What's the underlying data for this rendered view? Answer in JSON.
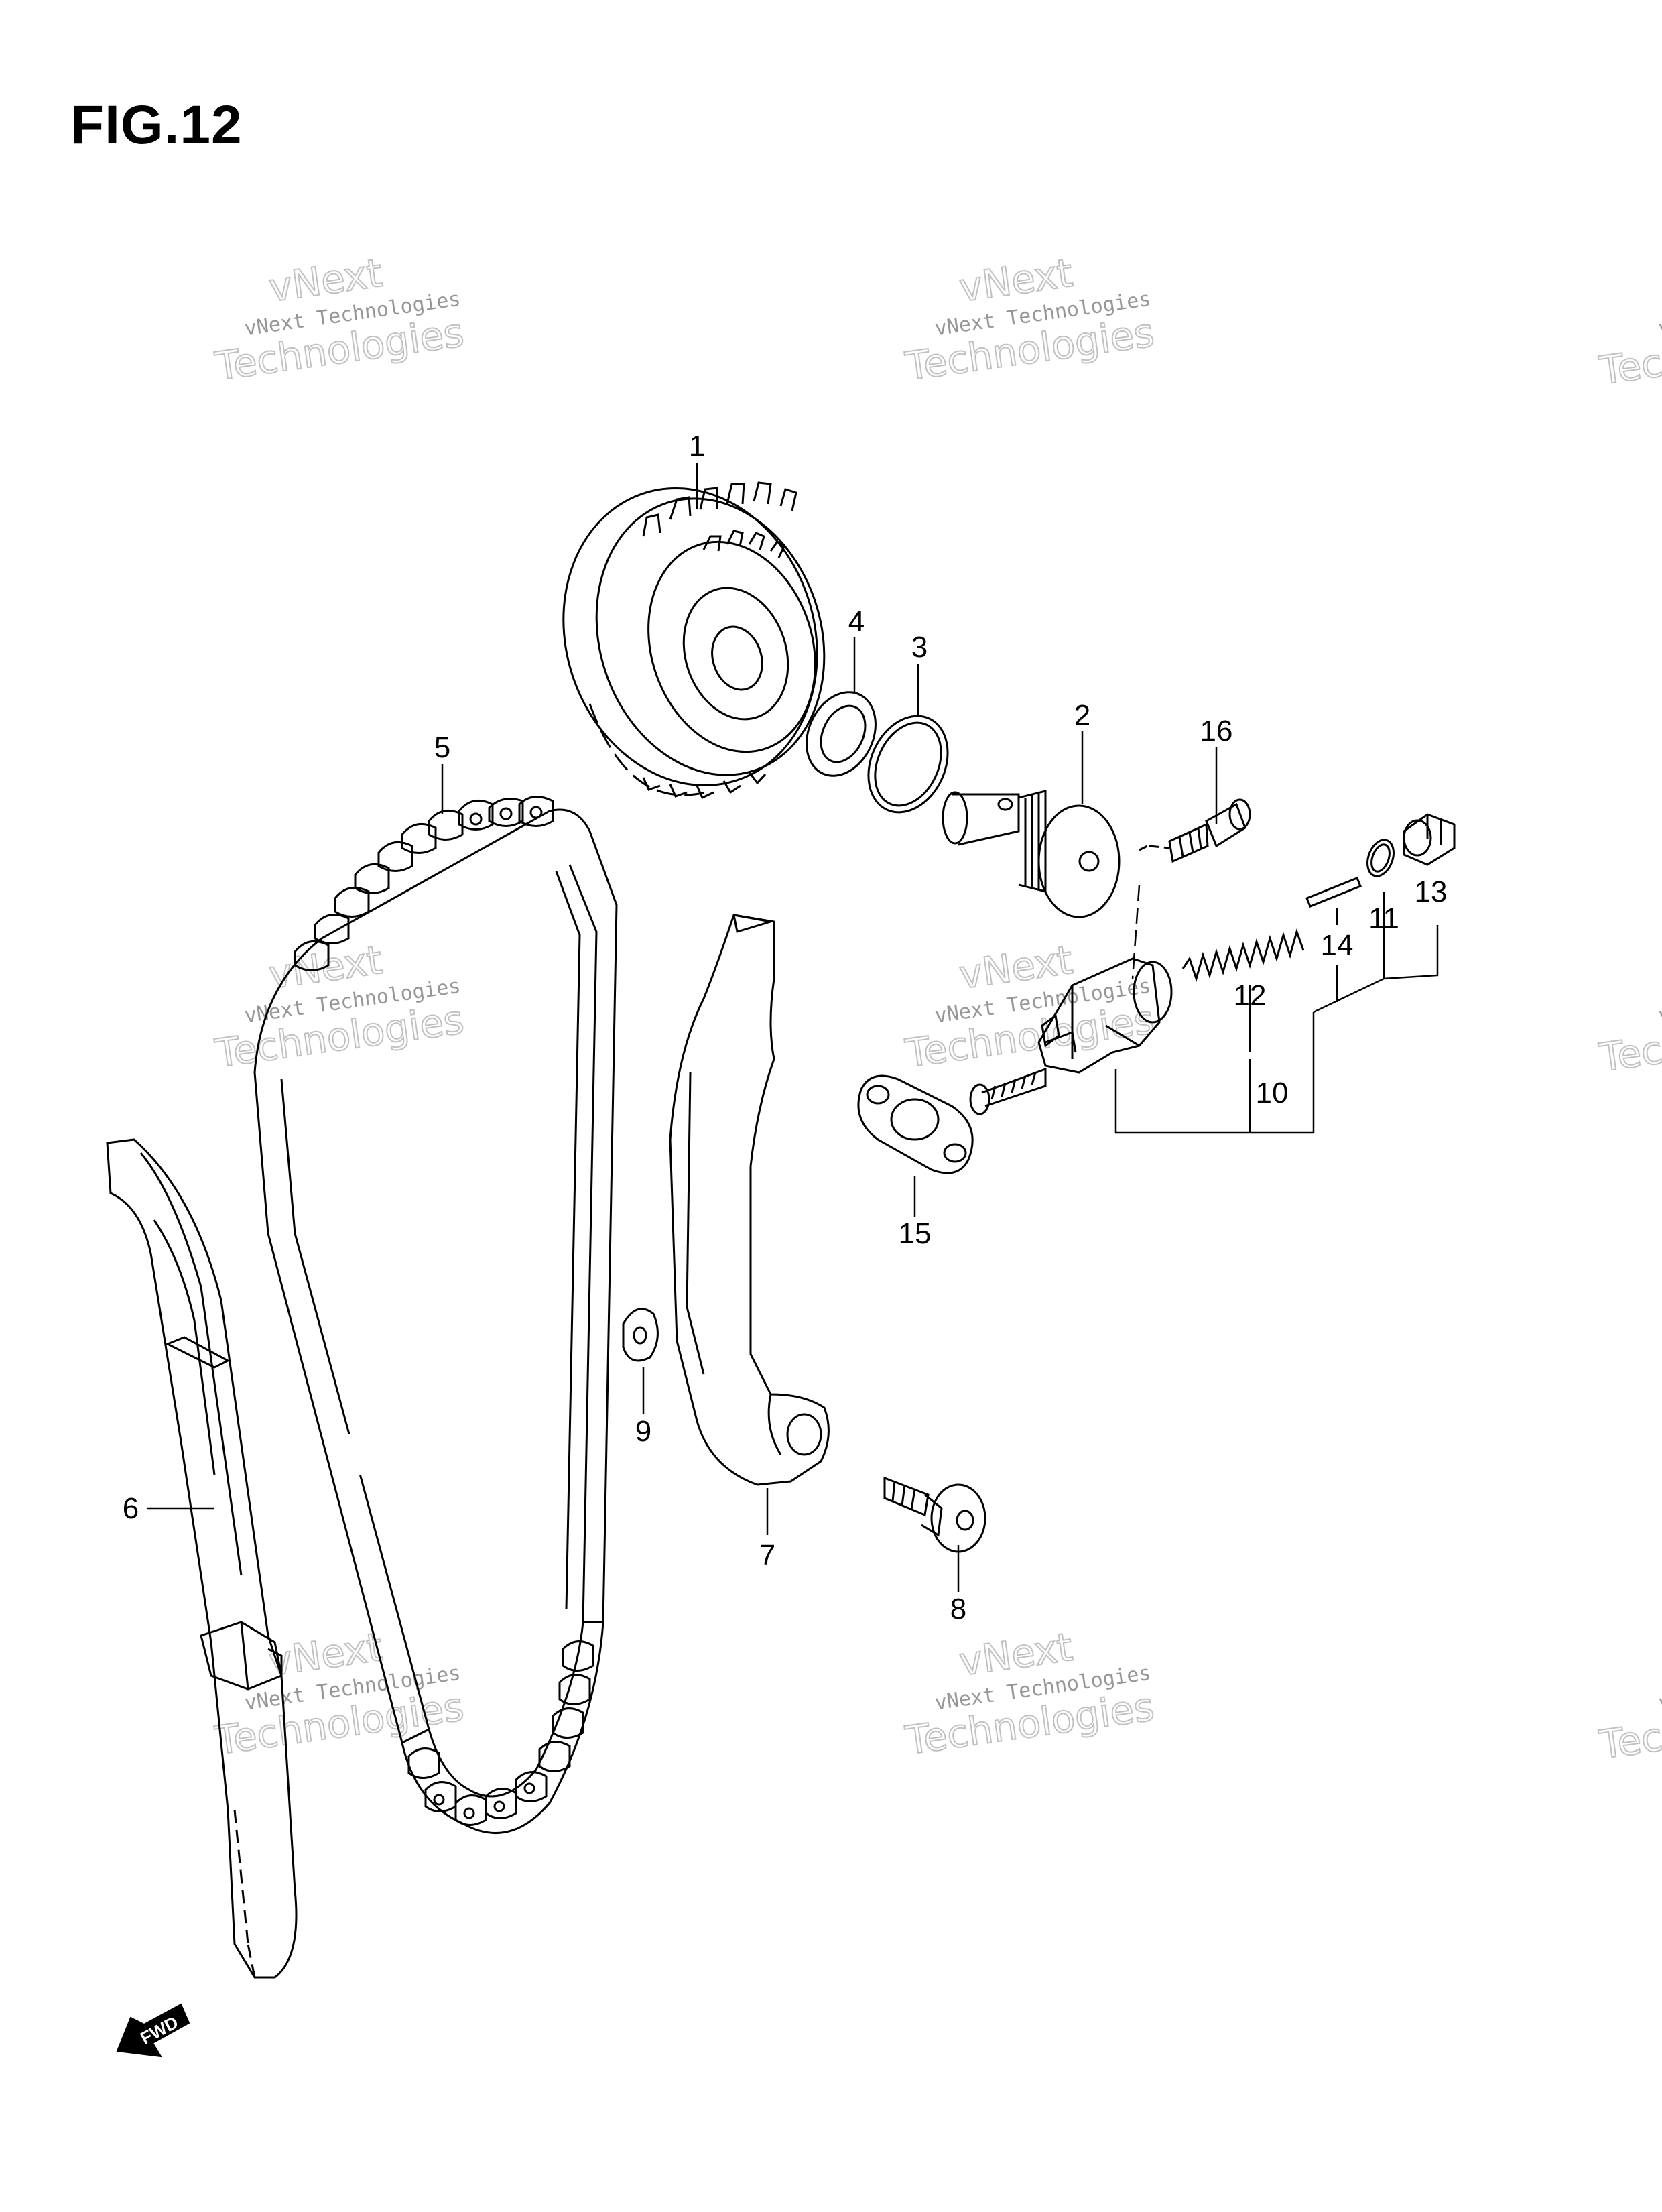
{
  "figure": {
    "title": "FIG.12"
  },
  "callouts": [
    {
      "id": "1",
      "label": "1"
    },
    {
      "id": "2",
      "label": "2"
    },
    {
      "id": "3",
      "label": "3"
    },
    {
      "id": "4",
      "label": "4"
    },
    {
      "id": "5",
      "label": "5"
    },
    {
      "id": "6",
      "label": "6"
    },
    {
      "id": "7",
      "label": "7"
    },
    {
      "id": "8",
      "label": "8"
    },
    {
      "id": "9",
      "label": "9"
    },
    {
      "id": "10",
      "label": "10"
    },
    {
      "id": "11",
      "label": "11"
    },
    {
      "id": "12",
      "label": "12"
    },
    {
      "id": "13",
      "label": "13"
    },
    {
      "id": "14",
      "label": "14"
    },
    {
      "id": "15",
      "label": "15"
    },
    {
      "id": "16",
      "label": "16"
    }
  ],
  "watermark": {
    "small_text": "vNext Technologies",
    "big_line1": "vNext",
    "big_line2": "Technologies"
  },
  "direction_marker": {
    "label": "FWD"
  }
}
